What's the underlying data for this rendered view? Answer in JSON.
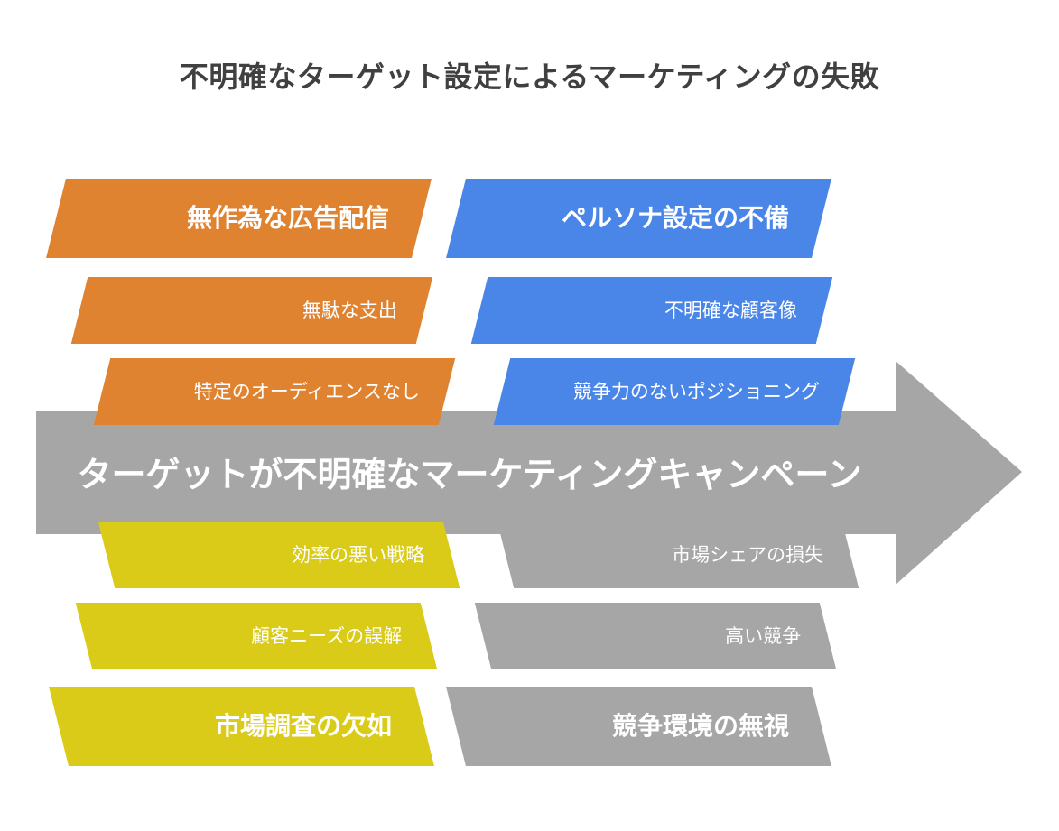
{
  "title": "不明確なターゲット設定によるマーケティングの失敗",
  "arrow": {
    "label": "ターゲットが不明確なマーケティングキャンペーン",
    "color": "#A6A6A6",
    "direction": "right"
  },
  "colors": {
    "orange": "#E08330",
    "blue": "#4A86E8",
    "yellow": "#D9CB18",
    "gray": "#A6A6A6",
    "title_text": "#404040",
    "band_text": "#FFFFFF",
    "background": "#FFFFFF"
  },
  "chart_data": {
    "type": "diagram",
    "title": "不明確なターゲット設定によるマーケティングの失敗",
    "center_label": "ターゲットが不明確なマーケティングキャンペーン",
    "groups": [
      {
        "id": "causes-left",
        "position": "upper-left",
        "color": "#E08330",
        "heading": "無作為な広告配信",
        "items": [
          "無駄な支出",
          "特定のオーディエンスなし"
        ]
      },
      {
        "id": "causes-right",
        "position": "upper-right",
        "color": "#4A86E8",
        "heading": "ペルソナ設定の不備",
        "items": [
          "不明確な顧客像",
          "競争力のないポジショニング"
        ]
      },
      {
        "id": "effects-left",
        "position": "lower-left",
        "color": "#D9CB18",
        "heading": "市場調査の欠如",
        "items": [
          "効率の悪い戦略",
          "顧客ニーズの誤解"
        ]
      },
      {
        "id": "effects-right",
        "position": "lower-right",
        "color": "#A6A6A6",
        "heading": "競争環境の無視",
        "items": [
          "市場シェアの損失",
          "高い競争"
        ]
      }
    ]
  },
  "upper_left": {
    "heading": "無作為な広告配信",
    "row2": "無駄な支出",
    "row3": "特定のオーディエンスなし"
  },
  "upper_right": {
    "heading": "ペルソナ設定の不備",
    "row2": "不明確な顧客像",
    "row3": "競争力のないポジショニング"
  },
  "lower_left": {
    "row1": "効率の悪い戦略",
    "row2": "顧客ニーズの誤解",
    "heading": "市場調査の欠如"
  },
  "lower_right": {
    "row1": "市場シェアの損失",
    "row2": "高い競争",
    "heading": "競争環境の無視"
  }
}
